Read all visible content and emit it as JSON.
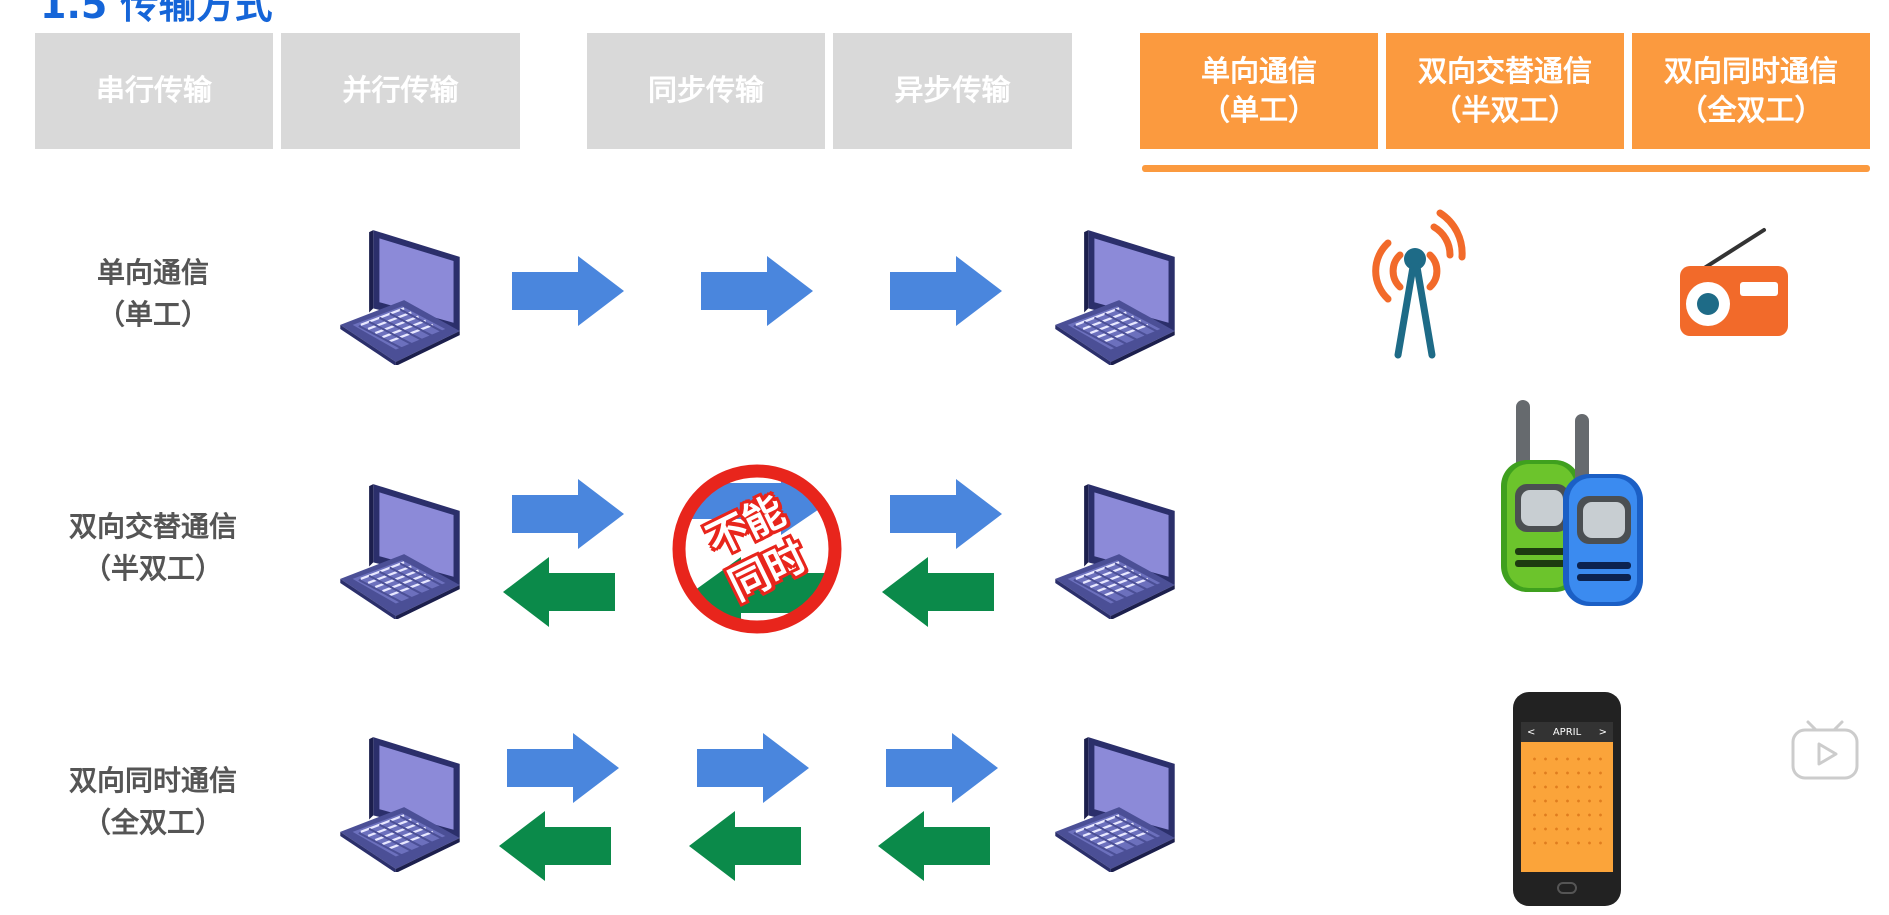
{
  "title": "1.5 传输方式",
  "tabs": [
    {
      "label": "串行传输",
      "style": "gray"
    },
    {
      "label": "并行传输",
      "style": "gray"
    },
    {
      "label": "同步传输",
      "style": "gray"
    },
    {
      "label": "异步传输",
      "style": "gray"
    },
    {
      "label": "单向通信\n（单工）",
      "style": "orange"
    },
    {
      "label": "双向交替通信\n（半双工）",
      "style": "orange"
    },
    {
      "label": "双向同时通信\n（全双工）",
      "style": "orange"
    }
  ],
  "rows": [
    {
      "label": "单向通信\n（单工）"
    },
    {
      "label": "双向交替通信\n（半双工）",
      "stamp": "不能同时"
    },
    {
      "label": "双向同时通信\n（全双工）"
    }
  ],
  "colors": {
    "gray_tab": "#d9d9d9",
    "orange_tab": "#fb9a3f",
    "title": "#1565d8",
    "arrow_blue": "#4a86dd",
    "arrow_green": "#0b8a4a",
    "stamp_red": "#e8251c"
  },
  "icons": [
    "laptop-icon",
    "arrow-right-icon",
    "arrow-left-icon",
    "no-simultaneous-stamp",
    "radio-tower-icon",
    "radio-icon",
    "walkie-talkie-icon",
    "smartphone-icon",
    "bilibili-tv-icon"
  ],
  "phone_screen": {
    "month": "APRIL"
  }
}
